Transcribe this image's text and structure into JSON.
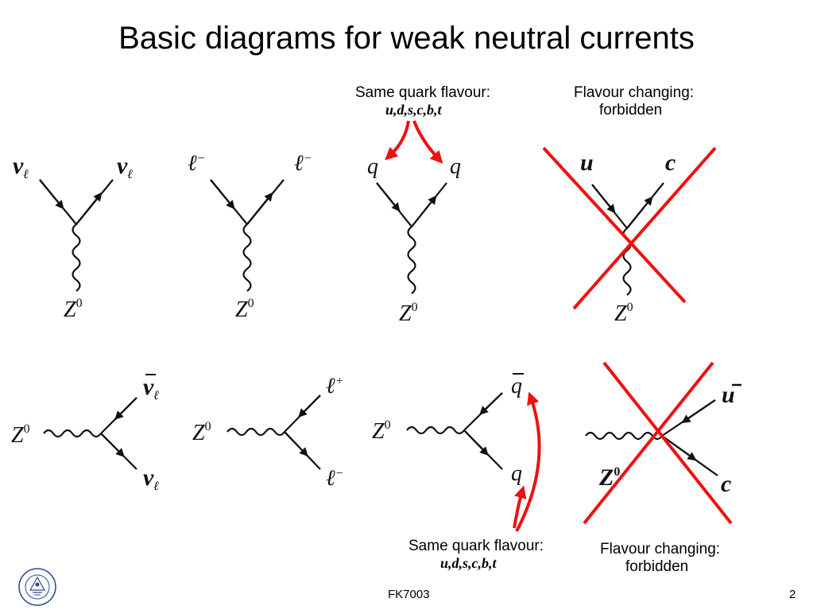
{
  "title": "Basic diagrams for weak neutral currents",
  "notes": {
    "top_same": {
      "line1": "Same quark flavour:",
      "line2": "u,d,s,c,b,t"
    },
    "top_change": {
      "line1": "Flavour changing:",
      "line2": "forbidden"
    },
    "bottom_same": {
      "line1": "Same quark flavour:",
      "line2": "u,d,s,c,b,t"
    },
    "bottom_change": {
      "line1": "Flavour changing:",
      "line2": "forbidden"
    }
  },
  "diagrams": {
    "top": [
      {
        "left": "ν",
        "left_sub": "ℓ",
        "right": "ν",
        "right_sub": "ℓ",
        "boson": "Z",
        "boson_sup": "0"
      },
      {
        "left": "ℓ",
        "left_sup": "−",
        "right": "ℓ",
        "right_sup": "−",
        "boson": "Z",
        "boson_sup": "0"
      },
      {
        "left": "q",
        "right": "q",
        "boson": "Z",
        "boson_sup": "0"
      },
      {
        "left": "u",
        "right": "c",
        "boson": "Z",
        "boson_sup": "0"
      }
    ],
    "bottom": [
      {
        "boson": "Z",
        "boson_sup": "0",
        "upper": "ν",
        "upper_bar": "¯",
        "upper_sub": "ℓ",
        "lower": "ν",
        "lower_sub": "ℓ"
      },
      {
        "boson": "Z",
        "boson_sup": "0",
        "upper": "ℓ",
        "upper_sup": "+",
        "lower": "ℓ",
        "lower_sup": "−"
      },
      {
        "boson": "Z",
        "boson_sup": "0",
        "upper": "q",
        "upper_bar": "¯",
        "lower": "q"
      },
      {
        "boson": "Z",
        "boson_sup": "0",
        "upper": "u",
        "upper_bar": "¯",
        "lower": "c"
      }
    ]
  },
  "colors": {
    "cross": "#e11",
    "arrow_annotation": "#e11",
    "ink": "#111"
  },
  "footer": {
    "course": "FK7003",
    "page": "2"
  },
  "logo": {
    "name": "stockholm-university-seal-icon",
    "text": "STOCKHOLMS UNIVERSITET"
  }
}
